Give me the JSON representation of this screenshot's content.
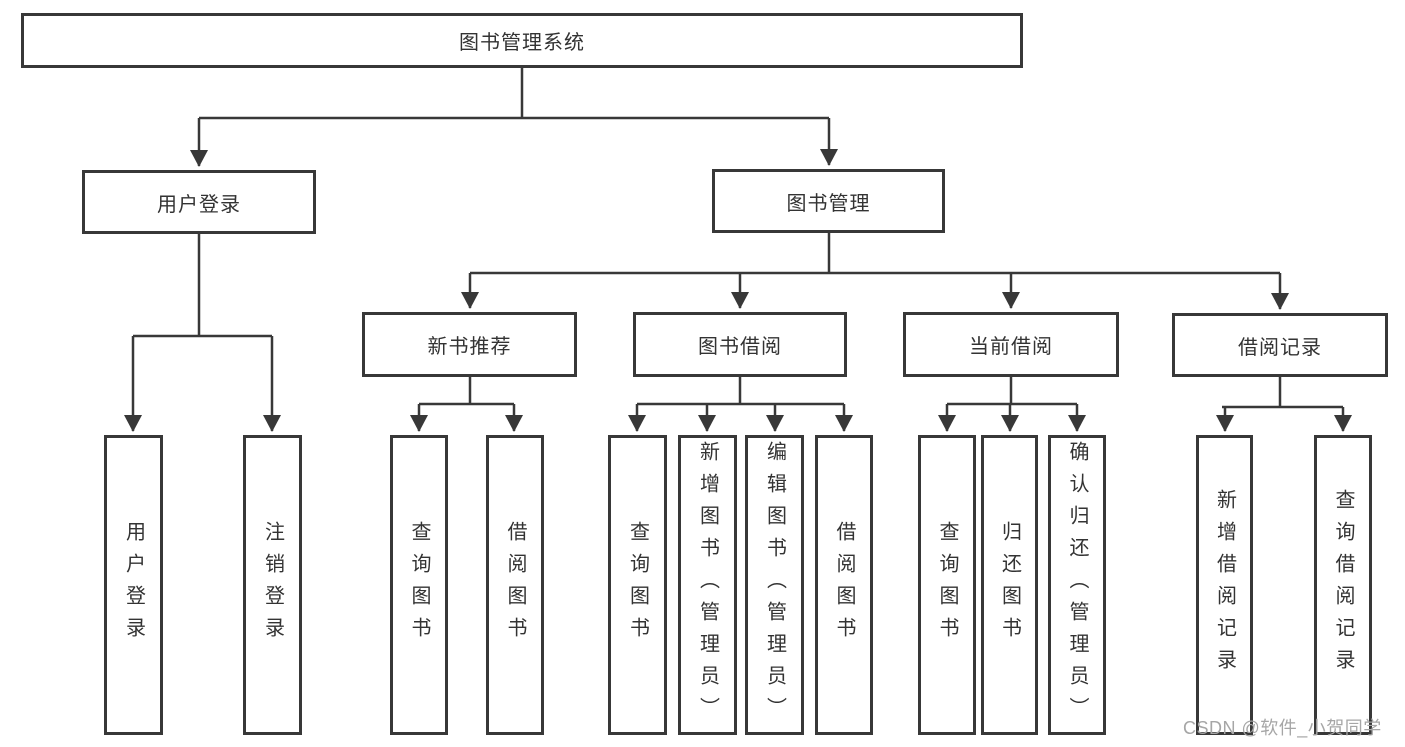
{
  "diagram_title": "图书管理系统",
  "tree": {
    "label": "图书管理系统",
    "children": [
      {
        "label": "用户登录",
        "children": [
          {
            "label": "用户登录"
          },
          {
            "label": "注销登录"
          }
        ]
      },
      {
        "label": "图书管理",
        "children": [
          {
            "label": "新书推荐",
            "children": [
              {
                "label": "查询图书"
              },
              {
                "label": "借阅图书"
              }
            ]
          },
          {
            "label": "图书借阅",
            "children": [
              {
                "label": "查询图书"
              },
              {
                "label": "新增图书（管理员）"
              },
              {
                "label": "编辑图书（管理员）"
              },
              {
                "label": "借阅图书"
              }
            ]
          },
          {
            "label": "当前借阅",
            "children": [
              {
                "label": "查询图书"
              },
              {
                "label": "归还图书"
              },
              {
                "label": "确认归还（管理员）"
              }
            ]
          },
          {
            "label": "借阅记录",
            "children": [
              {
                "label": "新增借阅记录"
              },
              {
                "label": "查询借阅记录"
              }
            ]
          }
        ]
      }
    ]
  },
  "watermark": "CSDN @软件_小贺同学",
  "colors": {
    "line": "#383838",
    "box_border": "#383838",
    "text": "#333333",
    "watermark": "#a6a6a6",
    "background": "#ffffff"
  }
}
